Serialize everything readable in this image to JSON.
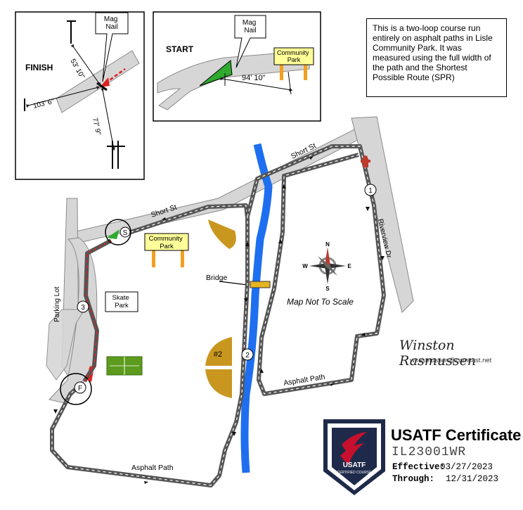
{
  "finish_inset": {
    "title": "FINISH",
    "nail_label": "Mag\nNail",
    "meas_1": "53' 10\"",
    "meas_2": "103' 6\"",
    "meas_3": "77' 9\""
  },
  "start_inset": {
    "title": "START",
    "nail_label": "Mag\nNail",
    "distance": "94' 10\"",
    "sign": "Community\nPark"
  },
  "description": "This is a two-loop course run entirely on asphalt paths in Lisle Community Park. It was measured using the full width of the path and the Shortest Possible Route (SPR)",
  "labels": {
    "short_st_1": "Short St",
    "short_st_2": "Short St",
    "riverview": "Riverview Dr",
    "parking_lot": "Parking Lot",
    "skate_park": "Skate\nPark",
    "community_park": "Community\nPark",
    "bridge": "Bridge",
    "not_to_scale": "Map Not To Scale",
    "asphalt_path_1": "Asphalt Path",
    "asphalt_path_2": "Asphalt Path",
    "field_number": "#2"
  },
  "markers": {
    "start": "S",
    "finish": "F",
    "m1": "1",
    "m2": "2",
    "m3": "3"
  },
  "compass": {
    "n": "N",
    "s": "S",
    "e": "E",
    "w": "W"
  },
  "signature": {
    "name": "Winston Rasmussen",
    "email": "w.rasmussen@comcast.net"
  },
  "certificate": {
    "badge_line1": "USATF",
    "badge_line2": "CERTIFIED COURSE",
    "title": "USATF Certificate",
    "id": "IL23001WR",
    "effective_label": "Effective:",
    "effective": "03/27/2023",
    "through_label": "Through:",
    "through": "12/31/2023"
  },
  "colors": {
    "river": "#1e6ff0",
    "route": "#555555",
    "road": "#d6d6d6",
    "field": "#c9971f",
    "court": "#5c9b1e",
    "start_flag": "#2faa2f",
    "finish_arrow": "#e02020",
    "sign": "#ffff99",
    "sign_post": "#f2a020",
    "badge": "#1f2a4a",
    "badge_red": "#c8102e"
  }
}
